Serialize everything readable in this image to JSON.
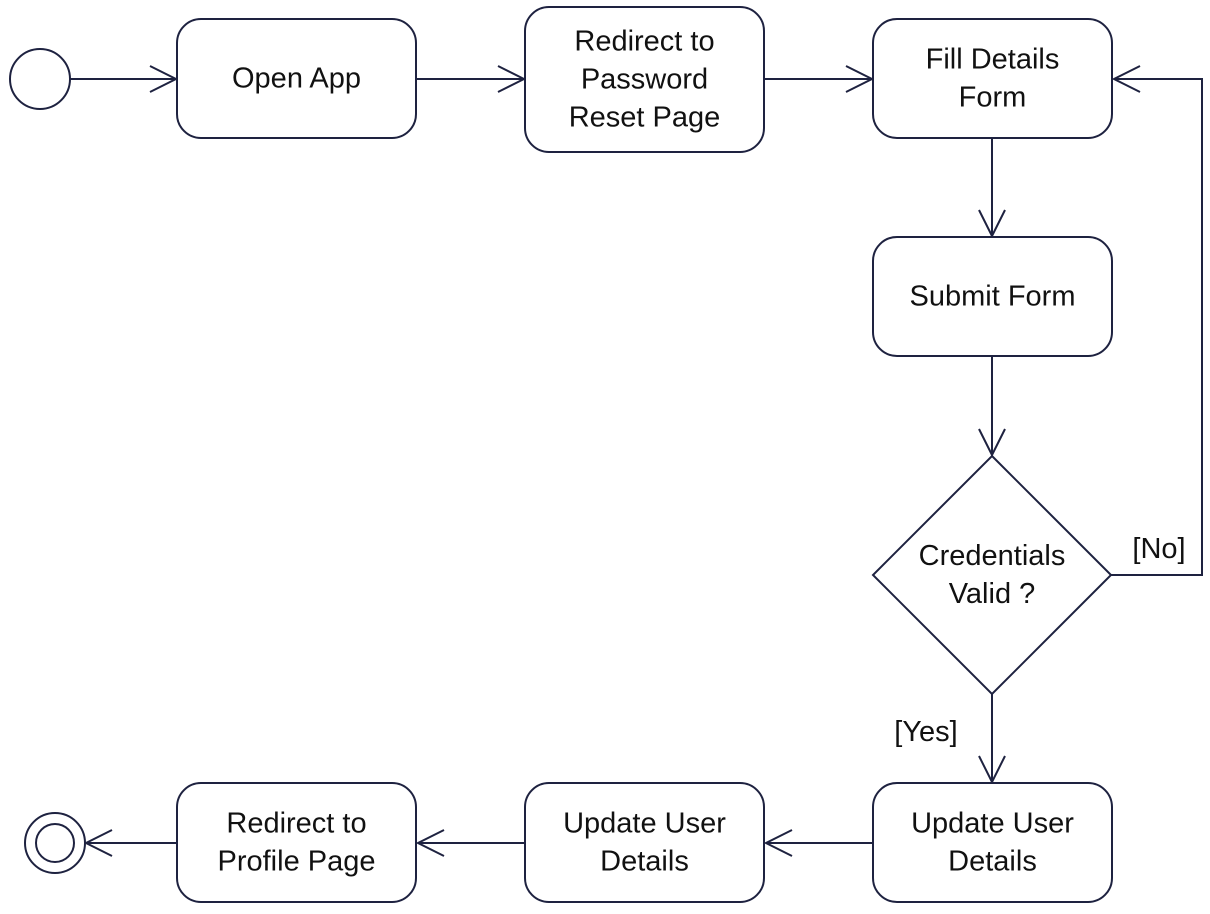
{
  "diagram": {
    "type": "uml-activity",
    "colors": {
      "stroke": "#1e2240",
      "fill": "#ffffff",
      "text": "#111111"
    },
    "nodes": {
      "start": {
        "kind": "initial"
      },
      "open_app": {
        "kind": "action",
        "lines": [
          "Open App"
        ]
      },
      "redirect_reset": {
        "kind": "action",
        "lines": [
          "Redirect to",
          "Password",
          "Reset Page"
        ]
      },
      "fill_form": {
        "kind": "action",
        "lines": [
          "Fill Details",
          "Form"
        ]
      },
      "submit_form": {
        "kind": "action",
        "lines": [
          "Submit Form"
        ]
      },
      "credentials_valid": {
        "kind": "decision",
        "lines": [
          "Credentials",
          "Valid ?"
        ]
      },
      "update_user_right": {
        "kind": "action",
        "lines": [
          "Update User",
          "Details"
        ]
      },
      "update_user_middle": {
        "kind": "action",
        "lines": [
          "Update User",
          "Details"
        ]
      },
      "redirect_profile": {
        "kind": "action",
        "lines": [
          "Redirect to",
          "Profile Page"
        ]
      },
      "end": {
        "kind": "final"
      }
    },
    "edges": [
      {
        "from": "start",
        "to": "open_app",
        "label": ""
      },
      {
        "from": "open_app",
        "to": "redirect_reset",
        "label": ""
      },
      {
        "from": "redirect_reset",
        "to": "fill_form",
        "label": ""
      },
      {
        "from": "fill_form",
        "to": "submit_form",
        "label": ""
      },
      {
        "from": "submit_form",
        "to": "credentials_valid",
        "label": ""
      },
      {
        "from": "credentials_valid",
        "to": "fill_form",
        "label": "[No]"
      },
      {
        "from": "credentials_valid",
        "to": "update_user_right",
        "label": "[Yes]"
      },
      {
        "from": "update_user_right",
        "to": "update_user_middle",
        "label": ""
      },
      {
        "from": "update_user_middle",
        "to": "redirect_profile",
        "label": ""
      },
      {
        "from": "redirect_profile",
        "to": "end",
        "label": ""
      }
    ]
  }
}
